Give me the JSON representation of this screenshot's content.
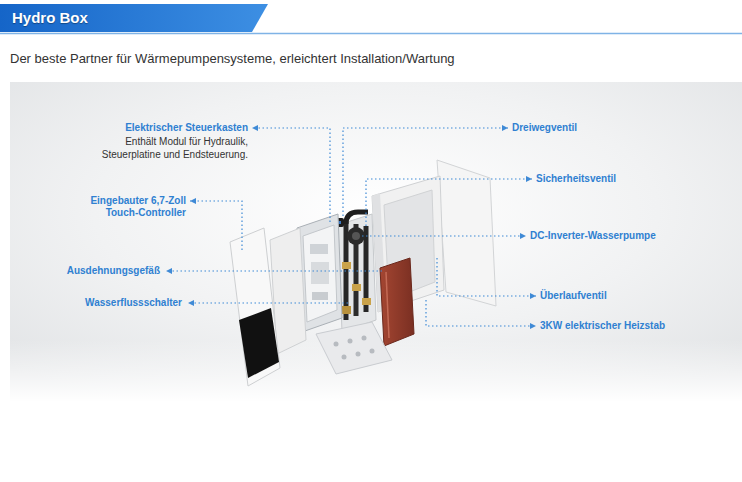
{
  "diagram": {
    "title": "Hydro Box",
    "labels": [
      "Der beste Partner für Wärmepumpensysteme, erleichtert Installation/Wartung",
      "Elektrischer Steuerkasten",
      "Enthält Modul für Hydraulik, Steuerplatine und Endsteuerung.",
      "Eingebauter 6,7-Zoll Touch-Controller",
      "Ausdehnungsgefäß",
      "Wasserflussschalter",
      "Dreiwegventil",
      "Sicherheitsventil",
      "DC-Inverter-Wasserpumpe",
      "Überlaufventil",
      "3KW elektrischer Heizstab"
    ]
  }
}
